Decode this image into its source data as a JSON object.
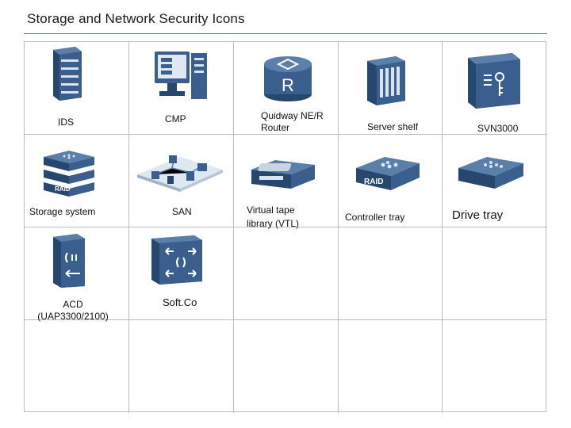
{
  "title": "Storage and Network Security Icons",
  "labels": {
    "ids": "IDS",
    "cmp": "CMP",
    "router_line1": "Quidway NE/R",
    "router_line2": "Router",
    "server_shelf": "Server shelf",
    "svn": "SVN3000",
    "storage_system": "Storage system",
    "san": "SAN",
    "vtl_line1": "Virtual tape",
    "vtl_line2": "library (VTL)",
    "controller_tray": "Controller tray",
    "drive_tray": "Drive tray",
    "acd_line1": "ACD",
    "acd_line2": "(UAP3300/2100)",
    "softco": "Soft.Co"
  },
  "icon_text": {
    "router_letter": "R",
    "raid": "RAID"
  },
  "colors": {
    "accent_rule": "#c0426a",
    "icon_blue": "#3a5f8f",
    "icon_dark": "#27476f",
    "grid_line": "#bdbdbd"
  }
}
